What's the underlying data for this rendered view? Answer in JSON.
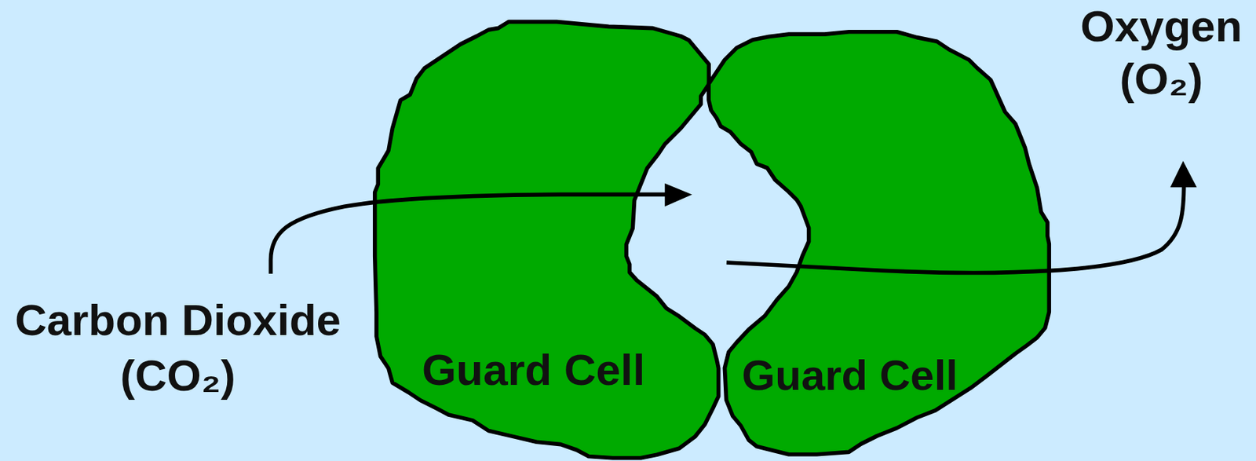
{
  "diagram": {
    "nodes": [
      {
        "text": [
          "Guard Cell"
        ]
      },
      {
        "text": [
          "Guard Cell"
        ]
      }
    ],
    "labels": [
      "Carbon Dioxide (CO₂)",
      "Oxygen (O₂)"
    ]
  }
}
